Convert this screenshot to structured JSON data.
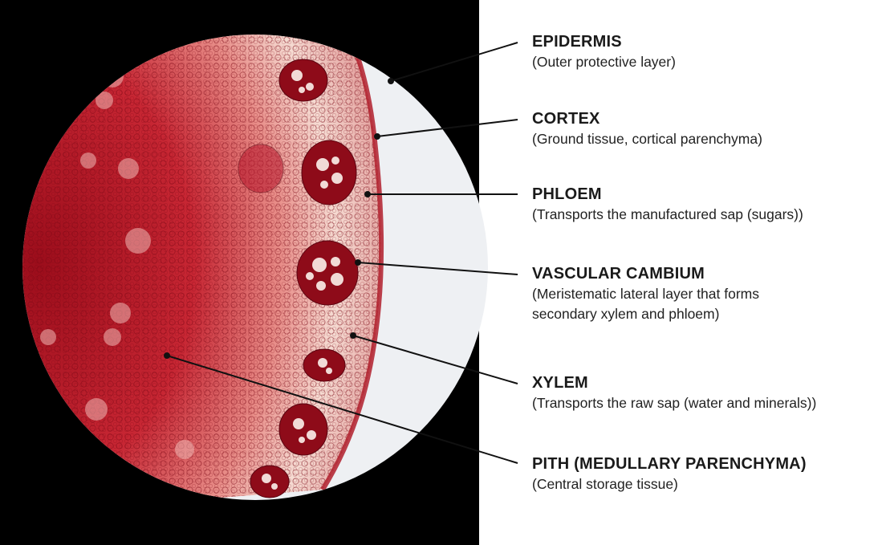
{
  "labels": [
    {
      "title": "EPIDERMIS",
      "desc": [
        "(Outer protective layer)"
      ]
    },
    {
      "title": "CORTEX",
      "desc": [
        "(Ground tissue, cortical parenchyma)"
      ]
    },
    {
      "title": "PHLOEM",
      "desc": [
        "(Transports the manufactured sap (sugars))"
      ]
    },
    {
      "title": "VASCULAR CAMBIUM",
      "desc": [
        "(Meristematic lateral layer that forms",
        "secondary xylem and phloem)"
      ]
    },
    {
      "title": "XYLEM",
      "desc": [
        "(Transports the raw sap (water and minerals))"
      ]
    },
    {
      "title": "PITH (MEDULLARY PARENCHYMA)",
      "desc": [
        "(Central storage tissue)"
      ]
    }
  ],
  "colors": {
    "background": "#000000",
    "tissue_dark": "#a8101e",
    "tissue_mid": "#d23a45",
    "tissue_light": "#f4cfc6",
    "field_of_view": "#eef0f3"
  }
}
